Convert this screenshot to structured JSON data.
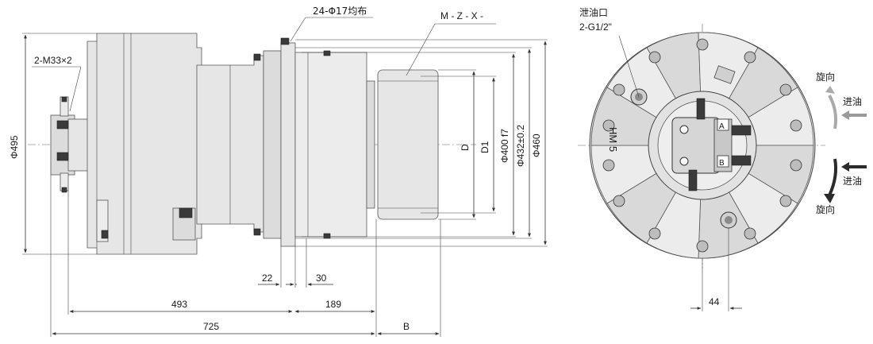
{
  "labels": {
    "holes": "24-Φ17均布",
    "model": "M - Z - X -",
    "m33": "2-M33×2",
    "drain_1": "泄油口",
    "drain_2": "2-G1/2\"",
    "phi495": "Φ495",
    "D": "D",
    "D1": "D1",
    "phi400": "Φ400 f7",
    "phi432": "Φ432±0.2",
    "phi460": "Φ460",
    "d22": "22",
    "d30": "30",
    "d493": "493",
    "d189": "189",
    "d725": "725",
    "B": "B",
    "d44": "44",
    "rot_top": "旋向",
    "in_top": "进油",
    "in_bottom": "进油",
    "rot_bottom": "旋向",
    "nameplate": "HM 5",
    "port_a": "A",
    "port_b": "B"
  },
  "colors": {
    "body": "#e6e6e6",
    "line": "#333333",
    "arrow": "#2b2b2b"
  }
}
